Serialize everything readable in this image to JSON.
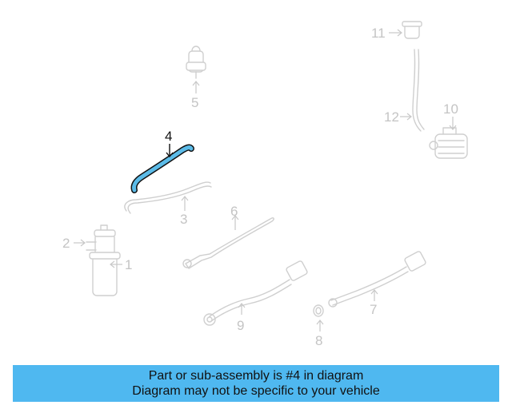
{
  "callouts": {
    "c1": "1",
    "c2": "2",
    "c3": "3",
    "c4": "4",
    "c5": "5",
    "c6": "6",
    "c7": "7",
    "c8": "8",
    "c9": "9",
    "c10": "10",
    "c11": "11",
    "c12": "12"
  },
  "highlight_color": "#5bbbe8",
  "banner": {
    "line1": "Part or sub-assembly is #4 in diagram",
    "line2": "Diagram may not be specific to your vehicle",
    "color": "#4fb8f0"
  }
}
